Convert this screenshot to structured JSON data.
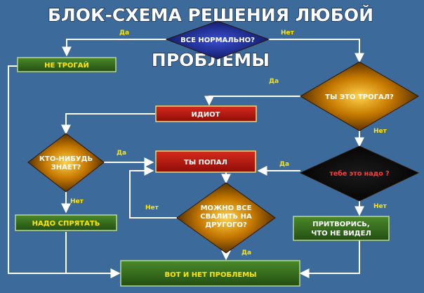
{
  "title": {
    "line1": "БЛОК-СХЕМА РЕШЕНИЯ ЛЮБОЙ",
    "line2": "ПРОБЛЕМЫ"
  },
  "nodes": {
    "all_normal": "ВСЕ НОРМАЛЬНО?",
    "dont_touch": "НЕ ТРОГАЙ",
    "did_you_touch": "ТЫ ЭТО ТРОГАЛ?",
    "idiot": "ИДИОТ",
    "anyone_knows": [
      "КТО-НИБУДЬ",
      "ЗНАЕТ?"
    ],
    "you_got_caught": "ТЫ ПОПАЛ",
    "do_you_need_it": "тебе это надо ?",
    "blame_someone": [
      "МОЖНО ВСЕ",
      "СВАЛИТЬ НА",
      "ДРУГОГО?"
    ],
    "hide_it": "НАДО СПРЯТАТЬ",
    "pretend": [
      "ПРИТВОРИСЬ,",
      "ЧТО НЕ ВИДЕЛ"
    ],
    "no_problem": "ВОТ И НЕТ ПРОБЛЕМЫ"
  },
  "edges": {
    "all_normal_yes": "Да",
    "all_normal_no": "Нет",
    "touched_yes": "Да",
    "touched_no": "Нет",
    "knows_yes": "Да",
    "knows_no": "Нет",
    "need_yes": "Да",
    "need_no": "Нет",
    "blame_no": "Нет",
    "blame_yes": "Да"
  },
  "colors": {
    "background": "#3c6a9a",
    "process_green": "#2f6a1e",
    "process_red": "#b3140e",
    "label_yellow": "#ffe600",
    "diamond_blue": "#1a2a8c",
    "diamond_gold": "#e8a300",
    "diamond_black": "#050505"
  }
}
